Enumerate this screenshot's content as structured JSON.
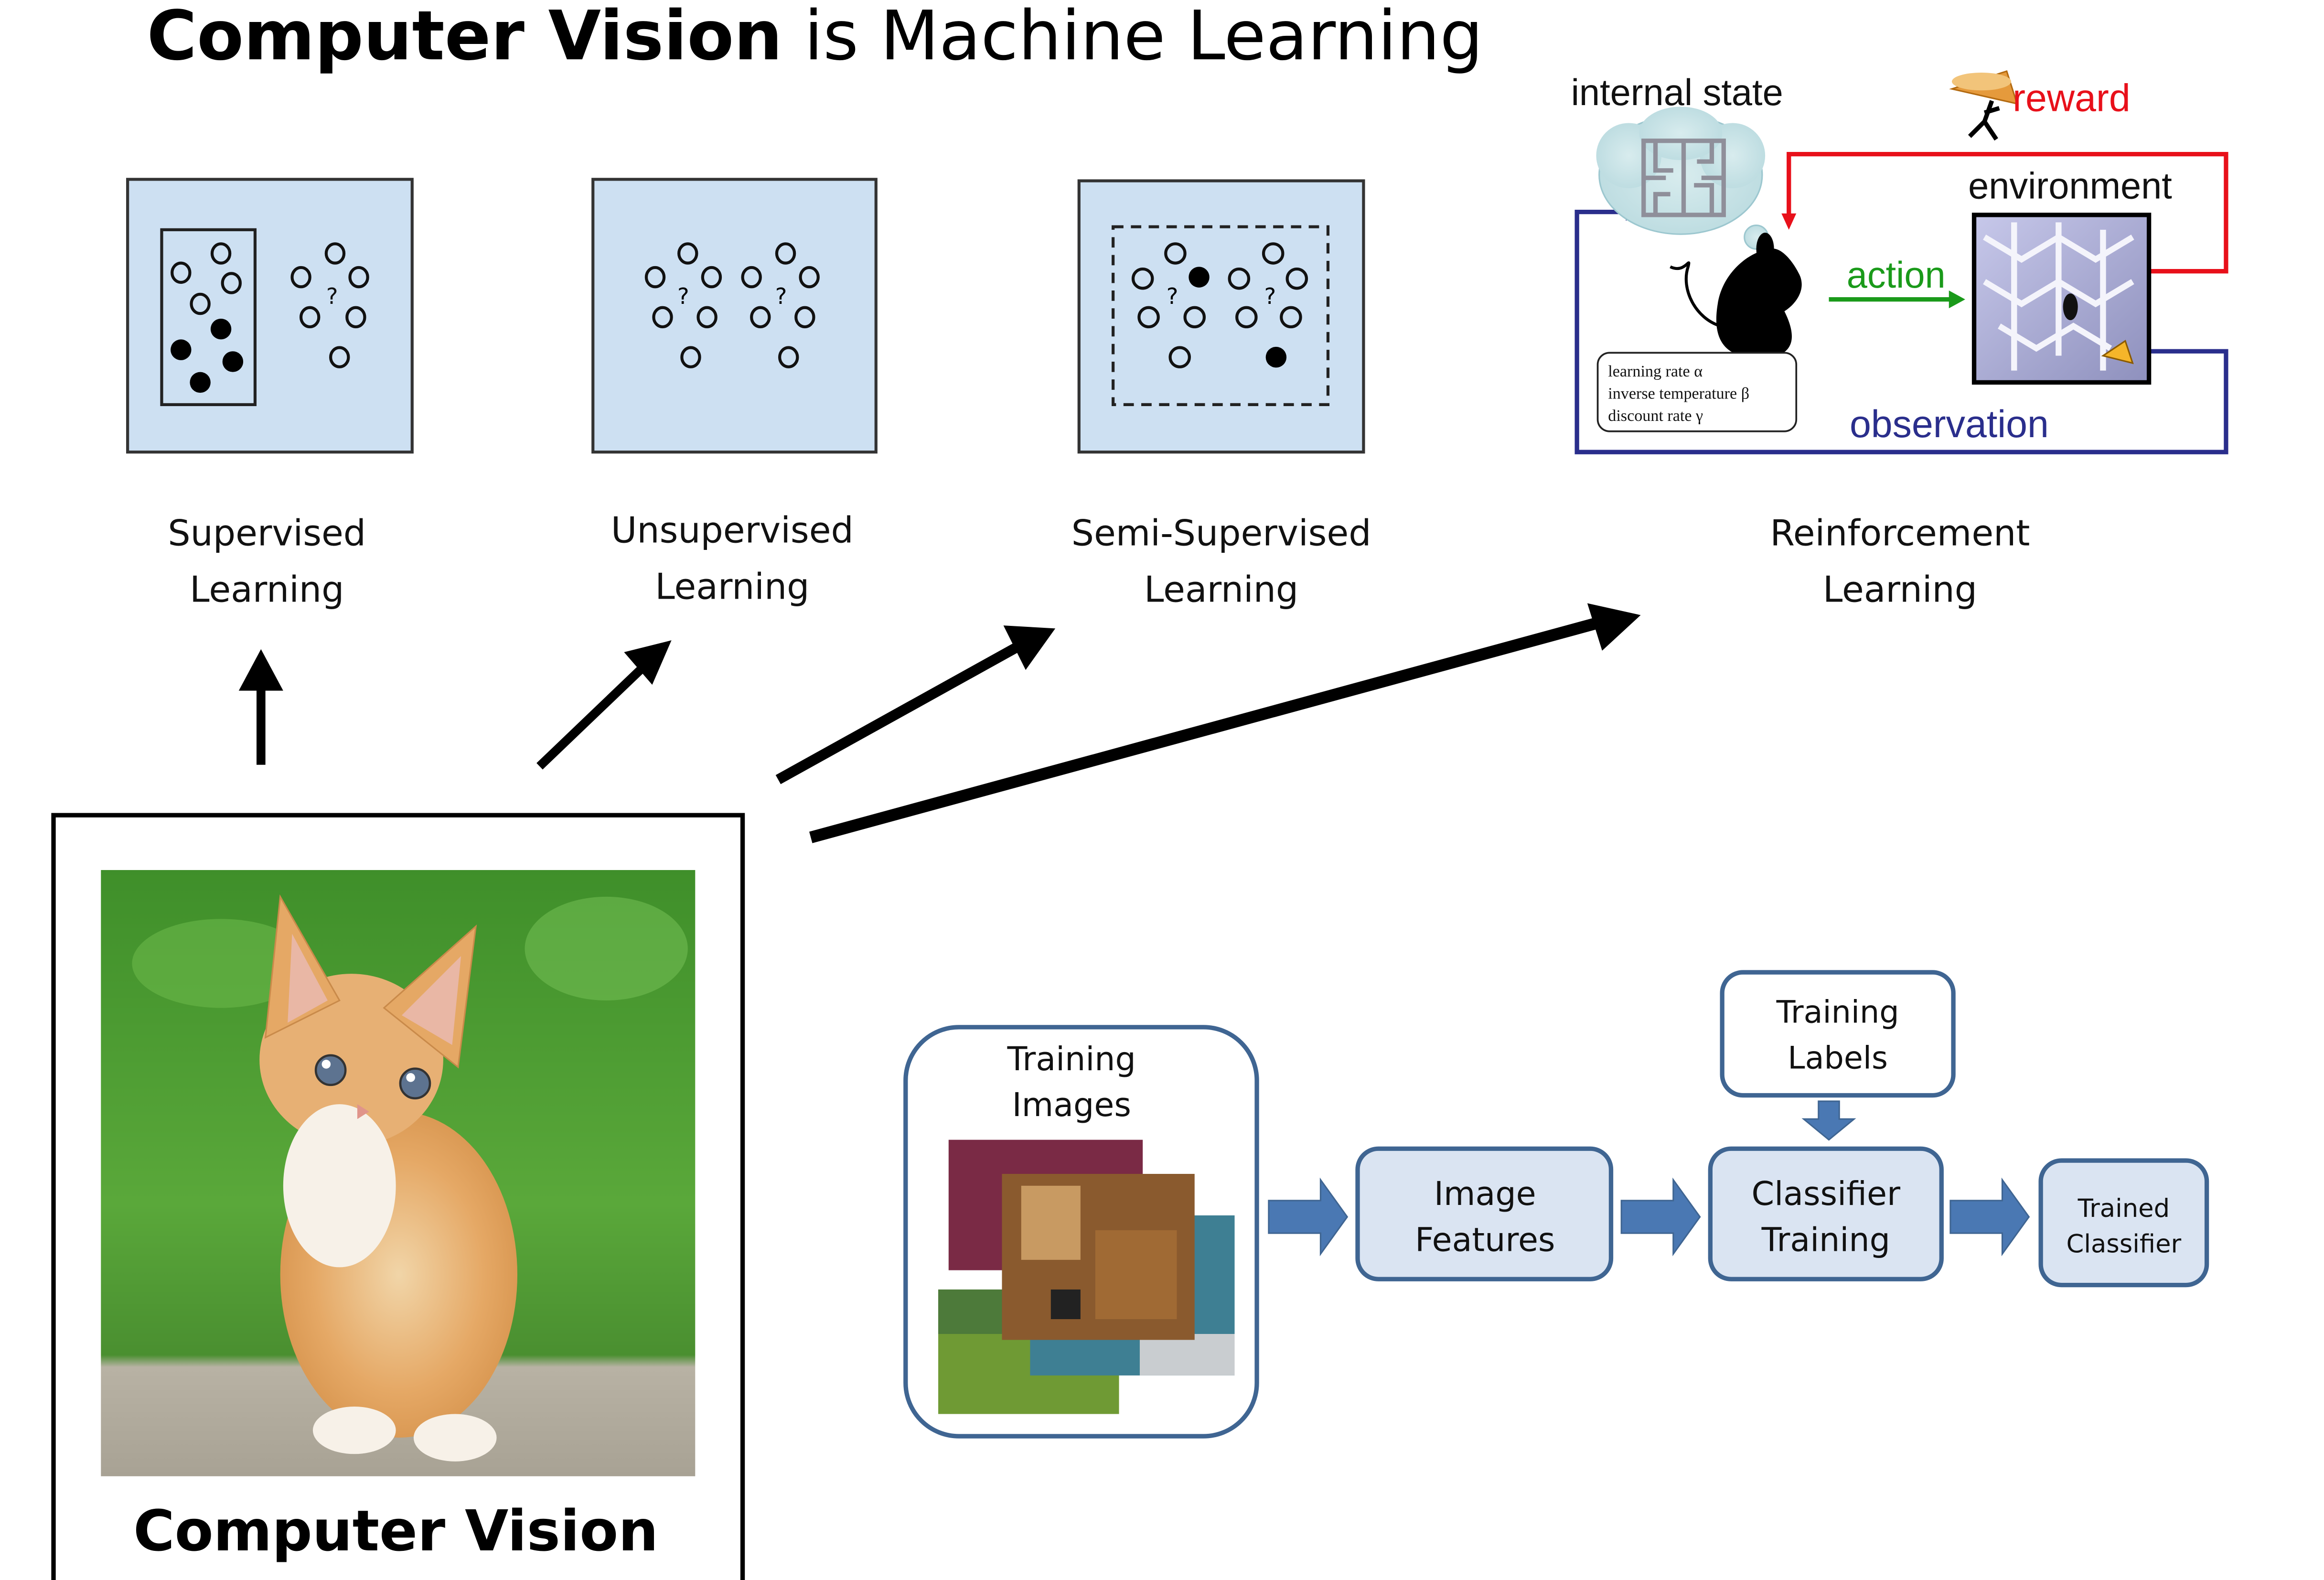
{
  "title": {
    "bold": "Computer Vision",
    "rest": " is Machine Learning"
  },
  "learning_types": [
    {
      "id": "supervised",
      "line1": "Supervised",
      "line2": "Learning"
    },
    {
      "id": "unsupervised",
      "line1": "Unsupervised",
      "line2": "Learning"
    },
    {
      "id": "semi-supervised",
      "line1": "Semi-Supervised",
      "line2": "Learning"
    },
    {
      "id": "reinforcement",
      "line1": "Reinforcement",
      "line2": "Learning"
    }
  ],
  "diagram_marks": {
    "question": "?"
  },
  "reinforcement": {
    "internal_state": "internal state",
    "reward": "reward",
    "environment": "environment",
    "action": "action",
    "observation": "observation",
    "params": [
      "learning rate α",
      "inverse temperature β",
      "discount rate γ"
    ],
    "colors": {
      "reward": "#e8101a",
      "action": "#1a9a1a",
      "observation": "#2a2e8c"
    }
  },
  "computer_vision": {
    "label": "Computer Vision"
  },
  "pipeline": {
    "training_images": {
      "line1": "Training",
      "line2": "Images"
    },
    "training_labels": {
      "line1": "Training",
      "line2": "Labels"
    },
    "image_features": {
      "line1": "Image",
      "line2": "Features"
    },
    "classifier_training": {
      "line1": "Classifier",
      "line2": "Training"
    },
    "trained_classifier": {
      "line1": "Trained",
      "line2": "Classifier"
    },
    "colors": {
      "box_border": "#3f6592",
      "box_fill": "#dae4f2",
      "arrow": "#4a78b3"
    }
  },
  "colors": {
    "panel_fill": "#cde0f2",
    "panel_border": "#333333"
  }
}
